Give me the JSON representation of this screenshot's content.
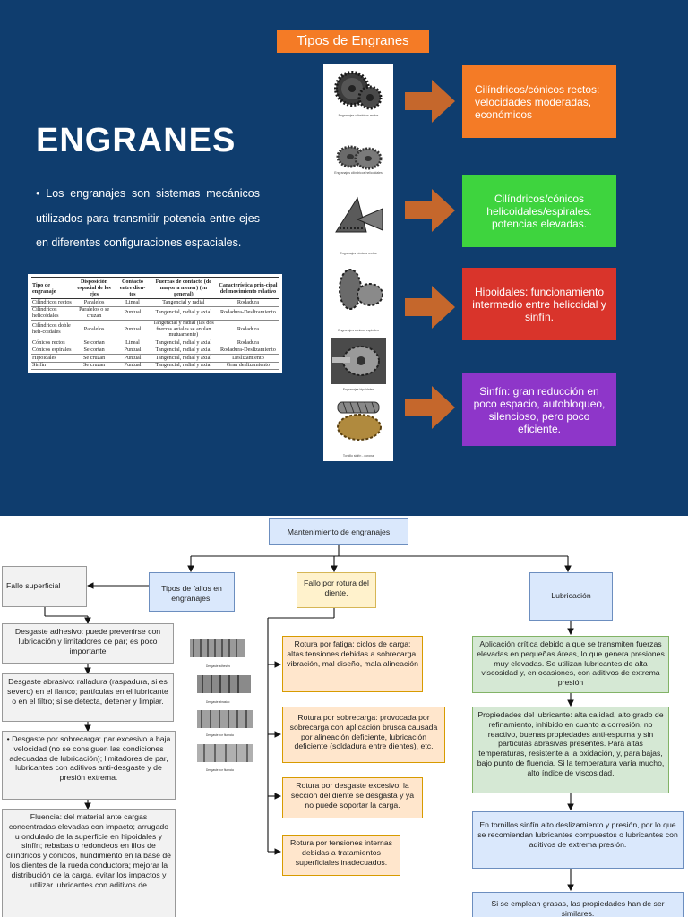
{
  "top": {
    "tipos_label": "Tipos de Engranes",
    "main_title": "ENGRANES",
    "intro": "• Los engranajes son sistemas mecánicos utilizados para transmitir potencia entre ejes en diferentes configuraciones espaciales.",
    "table": {
      "headers": [
        "Tipo de engranaje",
        "Disposición espacial de los ejes",
        "Contacto entre dien-tes",
        "Fuerzas de contacto (de mayor a menor) (en general)",
        "Característica prin-cipal del movimiento relativo"
      ],
      "rows": [
        [
          "Cilíndricos rectos",
          "Paralelos",
          "Lineal",
          "Tangencial y radial",
          "Rodadura"
        ],
        [
          "Cilíndricos helicoidales",
          "Paralelos o se cruzan",
          "Puntual",
          "Tangencial, radial y axial",
          "Rodadura-Deslizamiento"
        ],
        [
          "Cilíndricos doble heli-coidales",
          "Paralelos",
          "Puntual",
          "Tangencial y radial (las dos fuerzas axiales se anulan mutuamente)",
          "Rodadura"
        ],
        [
          "Cónicos rectos",
          "Se cortan",
          "Lineal",
          "Tangencial, radial y axial",
          "Rodadura"
        ],
        [
          "Cónicos espirales",
          "Se cortan",
          "Puntual",
          "Tangencial, radial y axial",
          "Rodadura-Deslizamiento"
        ],
        [
          "Hipoidales",
          "Se cruzan",
          "Puntual",
          "Tangencial, radial y axial",
          "Deslizamiento"
        ],
        [
          "Sinfín",
          "Se cruzan",
          "Puntual",
          "Tangencial, radial y axial",
          "Gran deslizamiento"
        ]
      ]
    },
    "image_captions": [
      "Engranajes cilíndricos rectos",
      "Engranajes cilíndricos helicoidales",
      "Engranajes cónicos rectos",
      "Engranajes cónicos espirales",
      "Engranajes hipoidales",
      "Tornillo sinfín - corona"
    ],
    "types": [
      {
        "text": "Cilíndricos/cónicos rectos: velocidades moderadas, económicos",
        "color": "#f47b26"
      },
      {
        "text": "Cilíndricos/cónicos helicoidales/espirales: potencias elevadas.",
        "color": "#3ed43e"
      },
      {
        "text": "Hipoidales: funcionamiento intermedio entre helicoidal y sinfín.",
        "color": "#d9342b"
      },
      {
        "text": "Sinfín: gran reducción en poco espacio, autobloqueo, silencioso, pero poco eficiente.",
        "color": "#8e36c9"
      }
    ],
    "colors": {
      "background": "#0f3d6e",
      "arrow": "#c5672c"
    }
  },
  "flow": {
    "root": "Mantenimiento de engranajes",
    "tipos_fallos": "Tipos de fallos en engranajes.",
    "fallo_superficial": "Fallo superficial",
    "superficial_items": [
      "Desgaste adhesivo: puede prevenirse con lubricación y limitadores de par; es poco importante",
      "Desgaste abrasivo: ralladura (raspadura, si es severo) en el flanco; partículas en el lubricante o en el filtro; si se detecta, detener y limpiar.",
      "• Desgaste por sobrecarga: par excesivo a baja velocidad (no se consiguen las condiciones adecuadas de lubricación); limitadores de par, lubricantes con aditivos anti-desgaste y de presión extrema.",
      "Fluencia: del material ante cargas concentradas elevadas con impacto; arrugado u ondulado de la superficie en hipoidales y sinfín; rebabas o redondeos en filos de cilíndricos y cónicos, hundimiento en la base de los dientes de la rueda conductora; mejorar la distribución de la carga, evitar los impactos y utilizar lubricantes con aditivos de"
    ],
    "damage_captions": [
      "Desgaste adhesivo",
      "Desgaste abrasivo",
      "Desgaste por fluencia",
      "Desgaste por fluencia"
    ],
    "fallo_rotura": "Fallo por rotura del diente.",
    "rotura_items": [
      "Rotura por fatiga: ciclos de carga; altas tensiones debidas a sobrecarga, vibración, mal diseño, mala alineación",
      "Rotura por sobrecarga: provocada por sobrecarga con aplicación brusca causada por alineación deficiente, lubricación deficiente (soldadura entre dientes), etc.",
      "Rotura por desgaste excesivo: la sección del diente se desgasta y ya no puede soportar la carga.",
      "Rotura por tensiones internas debidas a tratamientos superficiales inadecuados."
    ],
    "lubricacion": "Lubricación",
    "lubricacion_items": [
      "Aplicación crítica debido a que se transmiten fuerzas elevadas en pequeñas áreas, lo que genera presiones muy elevadas. Se utilizan lubricantes de alta viscosidad y, en ocasiones, con aditivos de extrema presión",
      "Propiedades del lubricante: alta calidad, alto grado de refinamiento, inhibido en cuanto a corrosión, no reactivo, buenas propiedades anti-espuma y sin partículas abrasivas presentes. Para altas temperaturas, resistente a la oxidación, y, para bajas, bajo punto de fluencia. Si la temperatura varía mucho, alto índice de viscosidad.",
      "En tornillos sinfín alto deslizamiento y presión, por lo que se recomiendan lubricantes compuestos o lubricantes con aditivos de extrema presión.",
      "Si se emplean grasas, las propiedades han de ser similares."
    ]
  }
}
